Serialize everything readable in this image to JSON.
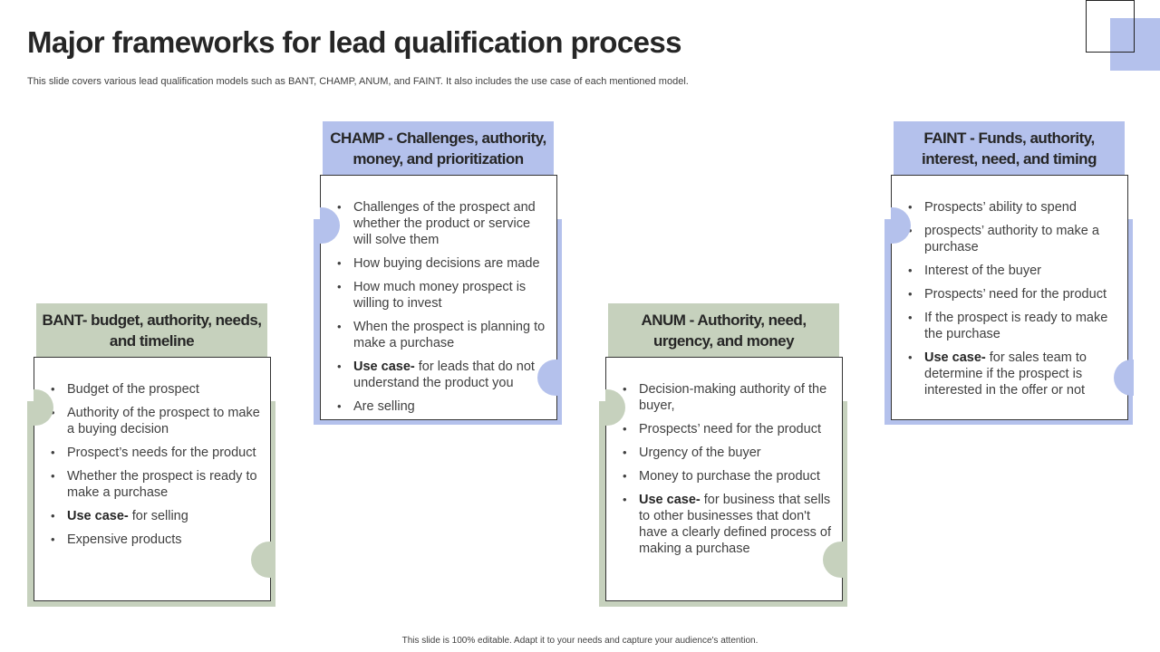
{
  "title": "Major frameworks for lead qualification process",
  "subtitle": "This slide covers various lead qualification models such as BANT, CHAMP,  ANUM,  and FAINT.  It also includes the use case of each mentioned model.",
  "footer": "This slide is 100% editable. Adapt it to your needs and capture your audience's attention.",
  "colors": {
    "green": "#c6d1bd",
    "blue": "#b4c1ec",
    "title": "#262626",
    "text": "#404040"
  },
  "frameworks": [
    {
      "header": "BANT-  budget, authority, needs, and timeline",
      "items": [
        "Budget of the prospect",
        "Authority of the prospect to make a buying decision",
        "Prospect’s needs for the product",
        "Whether the prospect is ready to make a purchase"
      ],
      "use_case_label": "Use case-",
      "use_case_text": " for selling",
      "extra_items": [
        "Expensive products"
      ]
    },
    {
      "header": "CHAMP - Challenges, authority, money, and prioritization",
      "items": [
        "Challenges of the prospect and whether the product or service will solve them",
        "How buying decisions are made",
        "How much money prospect is willing to invest",
        "When the prospect is planning to make a purchase"
      ],
      "use_case_label": "Use case-",
      "use_case_text": " for leads that do not understand the product you",
      "extra_items": [
        "Are selling"
      ]
    },
    {
      "header": "ANUM - Authority, need, urgency, and money",
      "items": [
        "Decision-making authority of the buyer,",
        "Prospects’ need for the product",
        "Urgency of the buyer",
        "Money to purchase the product"
      ],
      "use_case_label": "Use case-",
      "use_case_text": " for business that sells to other businesses that don't have a clearly defined process of making a purchase",
      "extra_items": []
    },
    {
      "header": "FAINT - Funds, authority, interest, need, and timing",
      "items": [
        "Prospects’ ability to spend",
        " prospects’ authority to make a purchase",
        "Interest of the buyer",
        "Prospects’ need for the product",
        "If the prospect is ready to make the purchase"
      ],
      "use_case_label": "Use case-",
      "use_case_text": " for sales team to determine if the prospect is interested in the offer or not",
      "extra_items": []
    }
  ]
}
